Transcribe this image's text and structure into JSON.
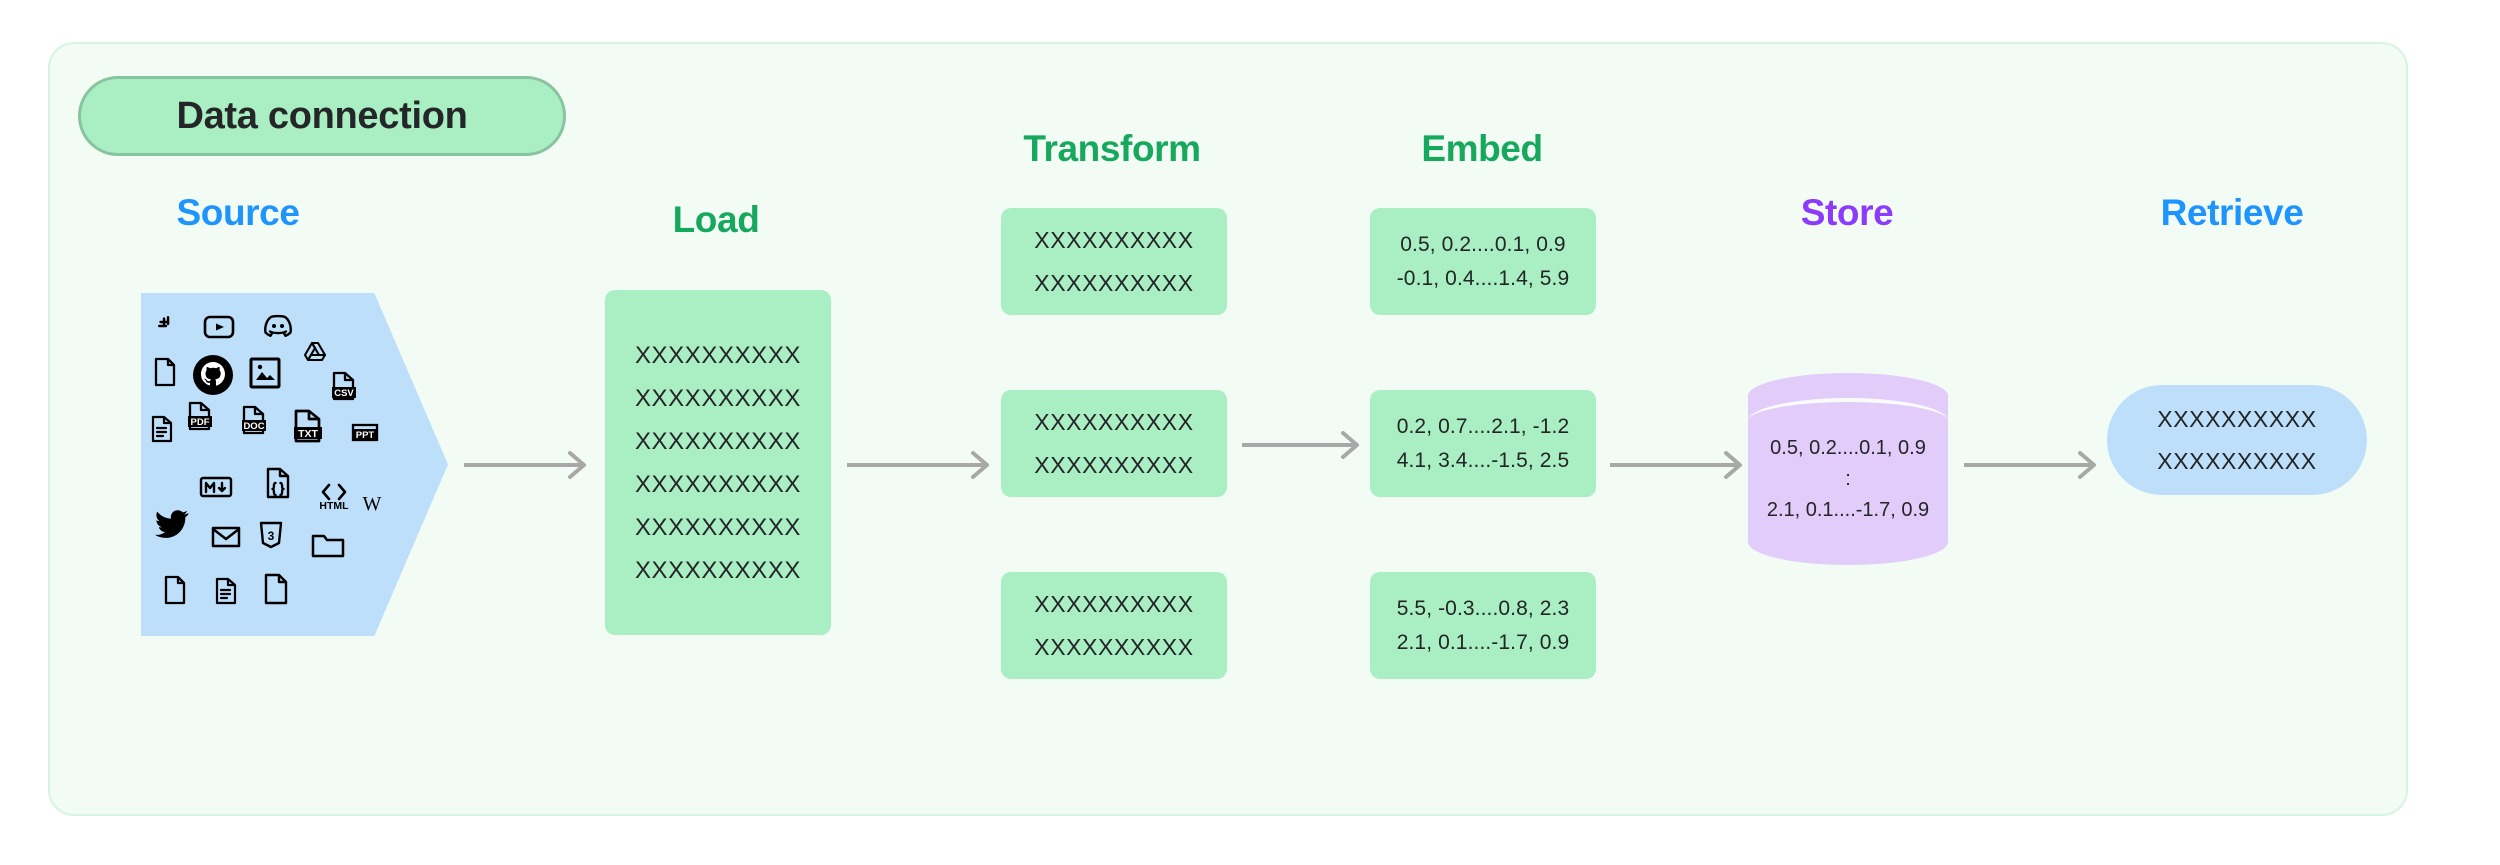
{
  "diagram": {
    "badge_label": "Data connection",
    "colors": {
      "panel_bg": "#F2FCF5",
      "panel_border": "#D6F5E0",
      "green_fill": "#A9EFC3",
      "green_heading": "#16A85C",
      "blue_fill": "#BDDFFA",
      "blue_heading": "#1F94FD",
      "purple_fill": "#E1CCFA",
      "purple_heading": "#8C3BFB",
      "arrow": "#A8A8A8",
      "text": "#232526"
    },
    "headings": {
      "source": "Source",
      "load": "Load",
      "transform": "Transform",
      "embed": "Embed",
      "store": "Store",
      "retrieve": "Retrieve"
    },
    "source": {
      "icons": [
        "slack-icon",
        "youtube-icon",
        "discord-icon",
        "file-blank-icon",
        "github-icon",
        "image-icon",
        "google-drive-icon",
        "csv-file-icon",
        "text-document-icon",
        "pdf-file-icon",
        "doc-file-icon",
        "txt-file-icon",
        "ppt-file-icon",
        "markdown-icon",
        "json-code-file-icon",
        "html-icon",
        "wikipedia-icon",
        "twitter-icon",
        "email-icon",
        "css3-icon",
        "folder-icon",
        "file-blank-icon",
        "text-document-icon",
        "file-blank-icon"
      ]
    },
    "load": {
      "lines": [
        "XXXXXXXXXX",
        "XXXXXXXXXX",
        "XXXXXXXXXX",
        "XXXXXXXXXX",
        "XXXXXXXXXX",
        "XXXXXXXXXX"
      ]
    },
    "transform": {
      "chunks": [
        {
          "lines": [
            "XXXXXXXXXX",
            "XXXXXXXXXX"
          ]
        },
        {
          "lines": [
            "XXXXXXXXXX",
            "XXXXXXXXXX"
          ]
        },
        {
          "lines": [
            "XXXXXXXXXX",
            "XXXXXXXXXX"
          ]
        }
      ]
    },
    "embed": {
      "vectors": [
        {
          "lines": [
            "0.5, 0.2....0.1, 0.9",
            "-0.1, 0.4....1.4, 5.9"
          ]
        },
        {
          "lines": [
            "0.2, 0.7....2.1, -1.2",
            "4.1, 3.4....-1.5, 2.5"
          ]
        },
        {
          "lines": [
            "5.5, -0.3....0.8, 2.3",
            "2.1, 0.1....-1.7, 0.9"
          ]
        }
      ]
    },
    "store": {
      "lines": [
        "0.5, 0.2....0.1, 0.9",
        ":",
        "2.1, 0.1....-1.7, 0.9"
      ]
    },
    "retrieve": {
      "lines": [
        "XXXXXXXXXX",
        "XXXXXXXXXX"
      ]
    },
    "arrows": [
      "arrow-source-to-load",
      "arrow-load-to-transform",
      "arrow-transform-to-embed",
      "arrow-embed-to-store",
      "arrow-store-to-retrieve"
    ]
  }
}
